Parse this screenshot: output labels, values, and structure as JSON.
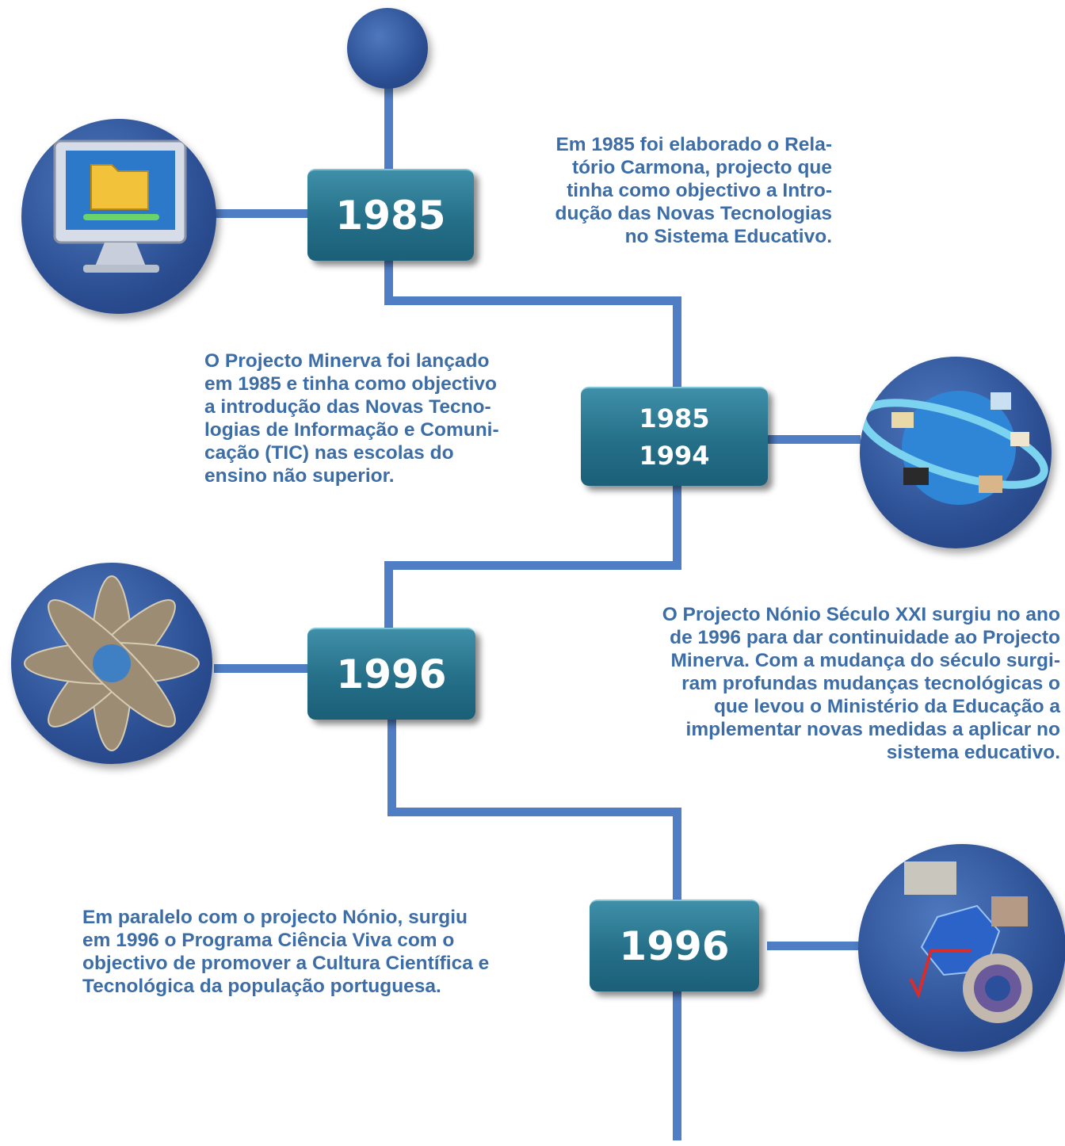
{
  "timeline": [
    {
      "year_lines": [
        "1985"
      ],
      "description_lines": [
        "Em 1985 foi elaborado o Rela-",
        "tório Carmona, projecto que",
        "tinha como objectivo a Intro-",
        "dução das Novas Tecnologias",
        "no Sistema Educativo."
      ],
      "icon": "computer-folder-icon"
    },
    {
      "year_lines": [
        "1985",
        "1994"
      ],
      "description_lines": [
        "O Projecto Minerva foi lançado",
        "em 1985 e tinha como objectivo",
        "a introdução das Novas Tecno-",
        "logias de Informação e Comuni-",
        "cação (TIC) nas escolas do",
        "ensino não superior."
      ],
      "icon": "globe-network-icon"
    },
    {
      "year_lines": [
        "1996"
      ],
      "description_lines": [
        "O Projecto Nónio Século XXI surgiu no ano",
        "de 1996 para dar continuidade ao Projecto",
        "Minerva. Com a mudança do século surgi-",
        "ram profundas mudanças tecnológicas o",
        "que levou o Ministério da Educação a",
        "implementar novas medidas a aplicar no",
        "sistema educativo."
      ],
      "icon": "atom-collage-icon"
    },
    {
      "year_lines": [
        "1996"
      ],
      "description_lines": [
        "Em paralelo com o projecto Nónio, surgiu",
        "em 1996 o Programa Ciência Viva com o",
        "objectivo de promover a Cultura Científica e",
        "Tecnológica da população portuguesa."
      ],
      "icon": "science-collage-icon"
    }
  ],
  "colors": {
    "line": "#4f7ec4",
    "year_box": "#256f88",
    "text": "#3d6da7",
    "circle": "#2c4f93"
  }
}
